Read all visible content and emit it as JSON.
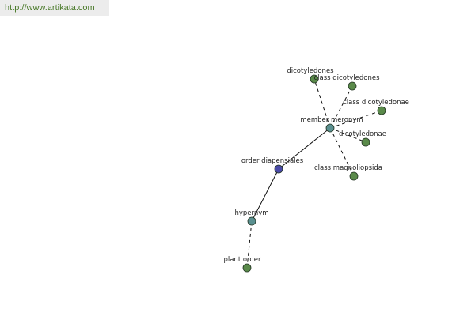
{
  "watermark": "http://www.artikata.com",
  "colors": {
    "leaf": "#5a8a4a",
    "hub": "#5a9090",
    "center": "#4a4aa8",
    "node_stroke": "#223322",
    "edge": "#111111"
  },
  "nodes": [
    {
      "id": "dicotyledones_1",
      "label": "dicotyledones",
      "kind": "leaf"
    },
    {
      "id": "class_dicotyledones",
      "label": "class dicotyledones",
      "kind": "leaf"
    },
    {
      "id": "class_dicotyledonae",
      "label": "class dicotyledonae",
      "kind": "leaf"
    },
    {
      "id": "member_meronym",
      "label": "member meronym",
      "kind": "hub"
    },
    {
      "id": "dicotyledonae",
      "label": "dicotyledonae",
      "kind": "leaf"
    },
    {
      "id": "class_magnoliopsida",
      "label": "class magnoliopsida",
      "kind": "leaf"
    },
    {
      "id": "order_diapensiales",
      "label": "order diapensiales",
      "kind": "center"
    },
    {
      "id": "hypernym",
      "label": "hypernym",
      "kind": "hub"
    },
    {
      "id": "plant_order",
      "label": "plant order",
      "kind": "leaf"
    }
  ],
  "edges": [
    {
      "from": "member_meronym",
      "to": "dicotyledones_1",
      "style": "dashed"
    },
    {
      "from": "member_meronym",
      "to": "class_dicotyledones",
      "style": "dashed"
    },
    {
      "from": "member_meronym",
      "to": "class_dicotyledonae",
      "style": "dashed"
    },
    {
      "from": "member_meronym",
      "to": "dicotyledonae",
      "style": "dashed"
    },
    {
      "from": "member_meronym",
      "to": "class_magnoliopsida",
      "style": "dashed"
    },
    {
      "from": "order_diapensiales",
      "to": "member_meronym",
      "style": "solid"
    },
    {
      "from": "order_diapensiales",
      "to": "hypernym",
      "style": "solid"
    },
    {
      "from": "hypernym",
      "to": "plant_order",
      "style": "dashed"
    }
  ]
}
